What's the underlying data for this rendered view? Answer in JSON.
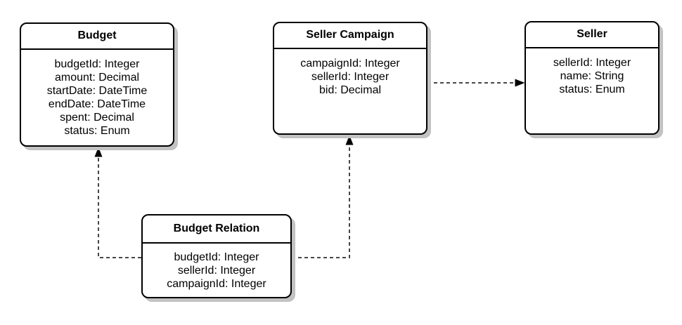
{
  "diagram": {
    "entities": [
      {
        "id": "budget",
        "title": "Budget",
        "fields": [
          "budgetId: Integer",
          "amount: Decimal",
          "startDate: DateTime",
          "endDate: DateTime",
          "spent: Decimal",
          "status: Enum"
        ]
      },
      {
        "id": "seller-campaign",
        "title": "Seller Campaign",
        "fields": [
          "campaignId: Integer",
          "sellerId: Integer",
          "bid: Decimal"
        ]
      },
      {
        "id": "seller",
        "title": "Seller",
        "fields": [
          "sellerId: Integer",
          "name: String",
          "status: Enum"
        ]
      },
      {
        "id": "budget-relation",
        "title": "Budget Relation",
        "fields": [
          "budgetId: Integer",
          "sellerId: Integer",
          "campaignId: Integer"
        ]
      }
    ],
    "relations": [
      {
        "from": "Budget Relation",
        "to": "Budget",
        "line_style": "dashed",
        "arrowhead": "filled-triangle"
      },
      {
        "from": "Budget Relation",
        "to": "Seller Campaign",
        "line_style": "dashed",
        "arrowhead": "filled-triangle"
      },
      {
        "from": "Seller Campaign",
        "to": "Seller",
        "line_style": "dashed",
        "arrowhead": "filled-triangle"
      }
    ],
    "colors": {
      "background": "#ffffff",
      "box_fill": "#ffffff",
      "box_border": "#000000",
      "box_shadow": "#c2c2c2",
      "connector": "#474747",
      "arrowhead": "#000000",
      "text": "#000000"
    }
  }
}
